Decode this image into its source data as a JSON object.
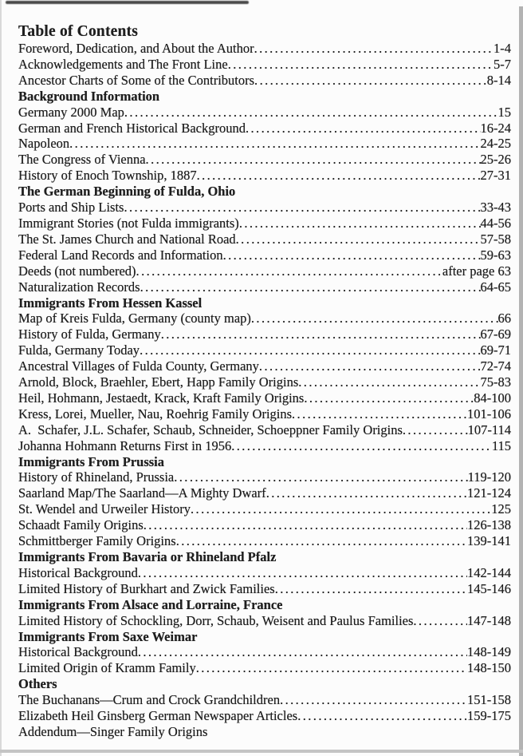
{
  "colors": {
    "paper": "#fcfcfc",
    "ink": "#1f1f1f",
    "topband": "#4a4a4a",
    "edgeleft": "#d9d9d9",
    "edgeright": "#b3b3b3",
    "edgebottom": "#c4c4c4"
  },
  "toc": {
    "title": "Table of Contents",
    "entries": [
      {
        "type": "entry",
        "label": "Foreword, Dedication, and About the Author",
        "page": "1-4"
      },
      {
        "type": "entry",
        "label": "Acknowledgements and The Front Line",
        "page": "5-7"
      },
      {
        "type": "entry",
        "label": "Ancestor Charts of Some of the Contributors",
        "page": "8-14"
      },
      {
        "type": "section",
        "label": "Background Information",
        "page": ""
      },
      {
        "type": "entry",
        "label": "Germany 2000 Map",
        "page": "15"
      },
      {
        "type": "entry",
        "label": "German and French Historical Background",
        "page": "16-24"
      },
      {
        "type": "entry",
        "label": "Napoleon",
        "page": "24-25"
      },
      {
        "type": "entry",
        "label": "The Congress of Vienna",
        "page": "25-26"
      },
      {
        "type": "entry",
        "label": "History of Enoch Township, 1887",
        "page": "27-31"
      },
      {
        "type": "section",
        "label": "The German Beginning of Fulda, Ohio",
        "page": ""
      },
      {
        "type": "entry",
        "label": "Ports and Ship Lists",
        "page": "33-43"
      },
      {
        "type": "entry",
        "label": "Immigrant Stories (not Fulda immigrants)",
        "page": "44-56"
      },
      {
        "type": "entry",
        "label": "The St. James Church and National Road",
        "page": "57-58"
      },
      {
        "type": "entry",
        "label": "Federal Land Records and Information",
        "page": "59-63"
      },
      {
        "type": "entry",
        "label": "Deeds (not numbered)",
        "page": "after page 63"
      },
      {
        "type": "entry",
        "label": "Naturalization Records",
        "page": "64-65"
      },
      {
        "type": "section",
        "label": "Immigrants From Hessen Kassel",
        "page": ""
      },
      {
        "type": "entry",
        "label": "Map of Kreis Fulda, Germany (county map)",
        "page": "66"
      },
      {
        "type": "entry",
        "label": "History of Fulda, Germany",
        "page": "67-69"
      },
      {
        "type": "entry",
        "label": "Fulda, Germany Today",
        "page": "69-71"
      },
      {
        "type": "entry",
        "label": "Ancestral Villages of Fulda County, Germany",
        "page": "72-74"
      },
      {
        "type": "entry",
        "label": "Arnold, Block, Braehler, Ebert, Happ Family Origins",
        "page": "75-83"
      },
      {
        "type": "entry",
        "label": "Heil, Hohmann, Jestaedt, Krack, Kraft Family Origins",
        "page": "84-100"
      },
      {
        "type": "entry",
        "label": "Kress, Lorei, Mueller, Nau, Roehrig Family Origins",
        "page": "101-106"
      },
      {
        "type": "entry",
        "label": "A.  Schafer, J.L. Schafer, Schaub, Schneider, Schoeppner Family Origins",
        "page": "107-114"
      },
      {
        "type": "entry",
        "label": "Johanna Hohmann Returns First in 1956",
        "page": "115"
      },
      {
        "type": "section",
        "label": "Immigrants From Prussia",
        "page": ""
      },
      {
        "type": "entry",
        "label": "History of Rhineland, Prussia",
        "page": "119-120"
      },
      {
        "type": "entry",
        "label": "Saarland Map/The Saarland—A Mighty Dwarf",
        "page": "121-124"
      },
      {
        "type": "entry",
        "label": "St. Wendel and Urweiler History",
        "page": "125"
      },
      {
        "type": "entry",
        "label": "Schaadt Family Origins",
        "page": "126-138"
      },
      {
        "type": "entry",
        "label": "Schmittberger Family Origins",
        "page": "139-141"
      },
      {
        "type": "section",
        "label": "Immigrants From Bavaria or Rhineland Pfalz",
        "page": ""
      },
      {
        "type": "entry",
        "label": "Historical Background",
        "page": "142-144"
      },
      {
        "type": "entry",
        "label": "Limited History of Burkhart and Zwick Families",
        "page": "145-146"
      },
      {
        "type": "section",
        "label": "Immigrants From Alsace and Lorraine, France",
        "page": ""
      },
      {
        "type": "entry",
        "label": "Limited History of Schockling, Dorr, Schaub, Weisent and Paulus Families",
        "page": "147-148"
      },
      {
        "type": "section",
        "label": "Immigrants From Saxe Weimar",
        "page": ""
      },
      {
        "type": "entry",
        "label": "Historical Background",
        "page": "148-149"
      },
      {
        "type": "entry",
        "label": "Limited Origin of Kramm Family",
        "page": "148-150"
      },
      {
        "type": "section",
        "label": "Others",
        "page": ""
      },
      {
        "type": "entry",
        "label": "The Buchanans—Crum and Crock Grandchildren",
        "page": "151-158"
      },
      {
        "type": "entry",
        "label": "Elizabeth Heil Ginsberg German Newspaper Articles",
        "page": "159-175"
      },
      {
        "type": "entry",
        "label": "Addendum—Singer Family Origins",
        "page": ""
      }
    ]
  }
}
